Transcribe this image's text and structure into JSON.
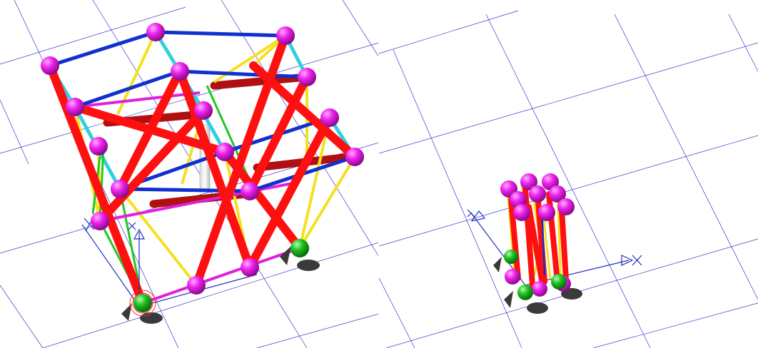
{
  "app": {
    "colors": {
      "background": "#ffffff",
      "grid": "#3a3ad0",
      "axis": "#1f2fbf",
      "compression_member": "#ff1010",
      "compression_member_dark": "#b01010",
      "tension_top": "#1030d0",
      "tension_diag": "#f5e020",
      "tension_side": "#30d0e0",
      "tension_green": "#20c820",
      "tension_bottom": "#e020e0",
      "node": "#ee22ee",
      "support_node": "#20c020",
      "support_base": "#3a3a3a",
      "selection": "#ff3030"
    }
  },
  "viewports": [
    {
      "name": "perspective-view-expanded",
      "state": "deployed"
    },
    {
      "name": "perspective-view-folded",
      "state": "folded"
    }
  ]
}
